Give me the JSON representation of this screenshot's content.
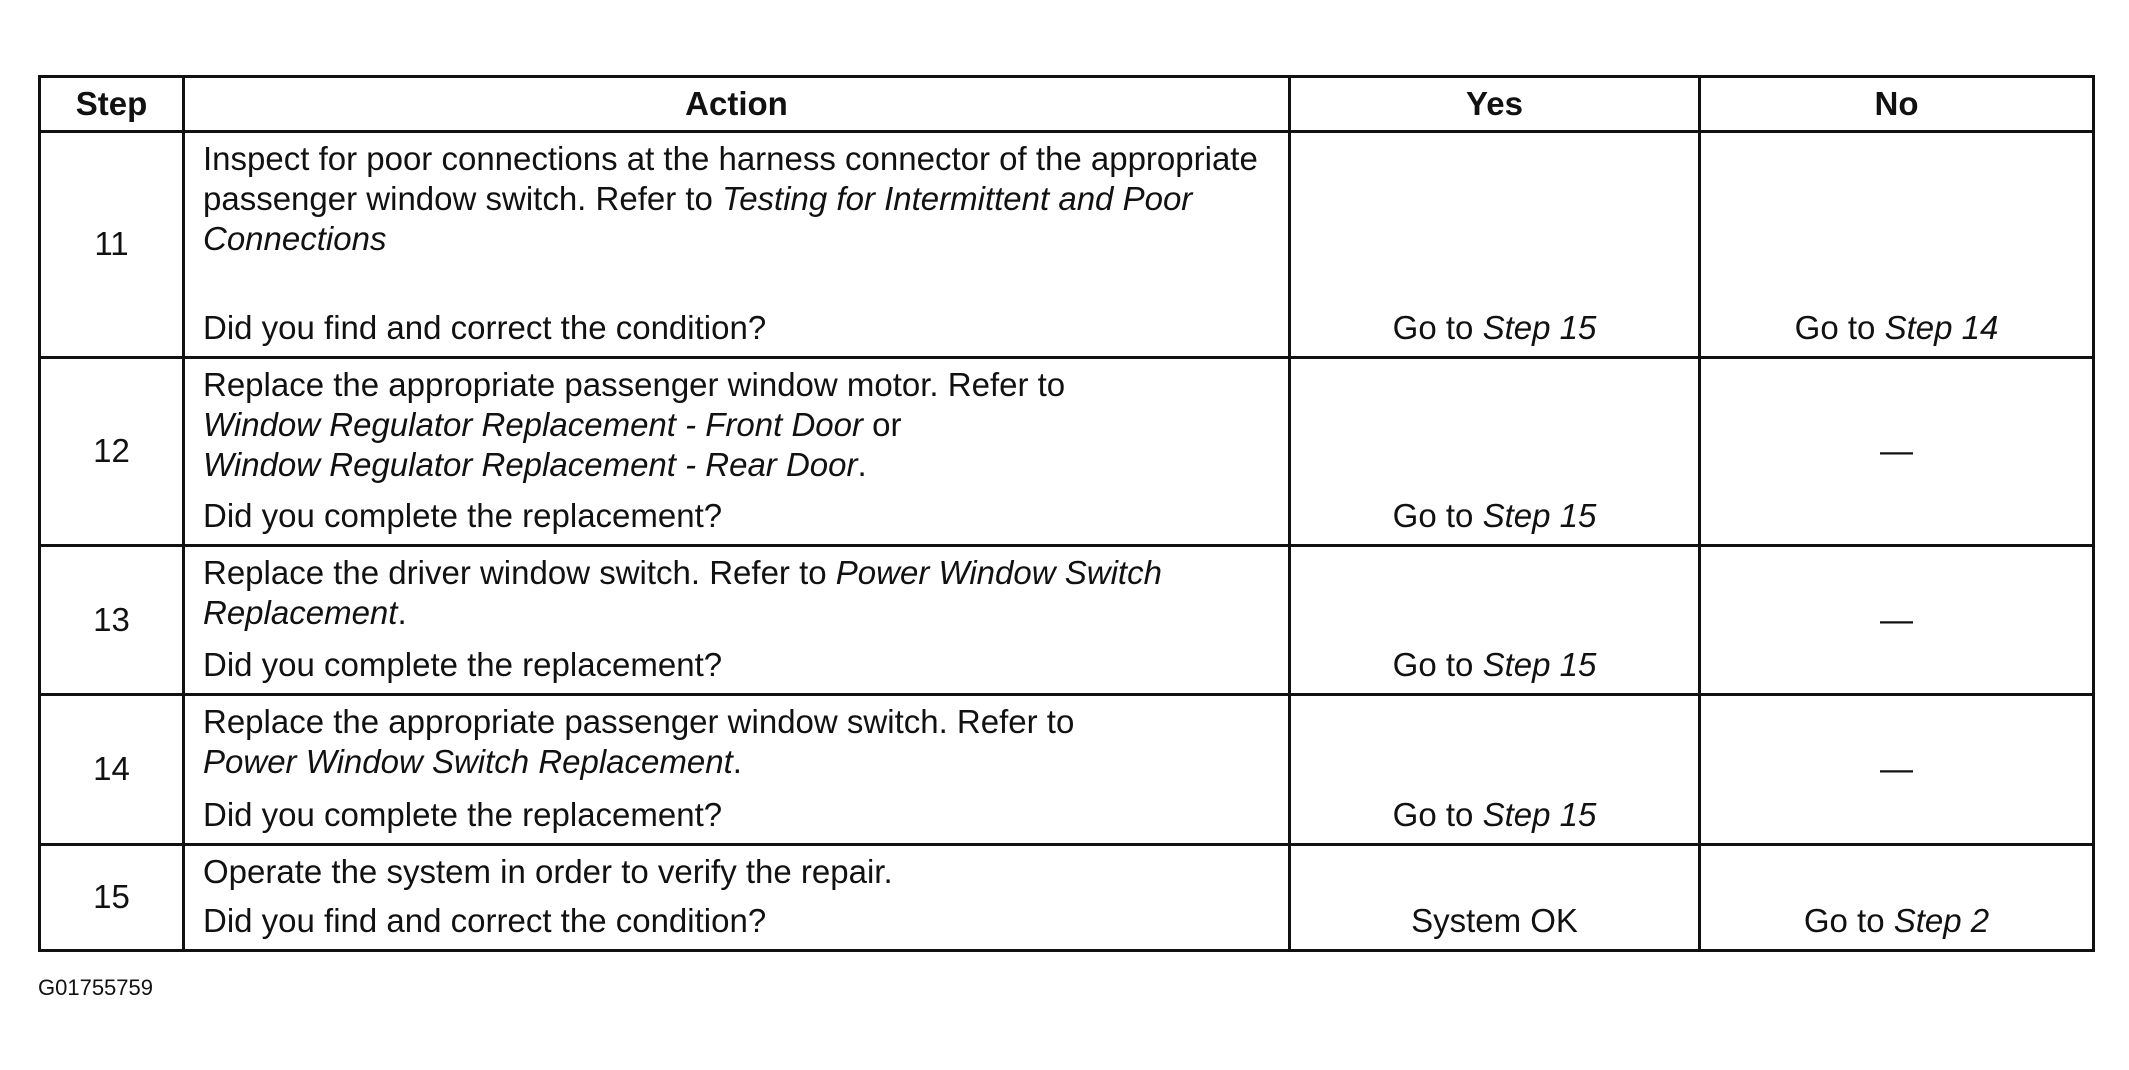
{
  "headers": {
    "step": "Step",
    "action": "Action",
    "yes": "Yes",
    "no": "No"
  },
  "rows": [
    {
      "step": "11",
      "text1": "Inspect for poor connections at the harness connector of the appropriate passenger window switch. Refer to ",
      "ref1": "Testing for Intermittent and Poor Connections",
      "question": "Did you find and correct the condition?",
      "yes_prefix": "Go to ",
      "yes_ref": "Step 15",
      "no_prefix": "Go to ",
      "no_ref": "Step 14"
    },
    {
      "step": "12",
      "text1": "Replace the appropriate passenger window motor. Refer to",
      "ref1": "Window Regulator Replacement - Front Door",
      "text2": " or",
      "ref2": "Window Regulator Replacement - Rear Door",
      "text3": ".",
      "question": "Did you complete the replacement?",
      "yes_prefix": "Go to ",
      "yes_ref": "Step 15",
      "no": "—"
    },
    {
      "step": "13",
      "text1": "Replace the driver window switch. Refer to ",
      "ref1": "Power Window Switch Replacement",
      "text2": ".",
      "question": "Did you complete the replacement?",
      "yes_prefix": "Go to ",
      "yes_ref": "Step 15",
      "no": "—"
    },
    {
      "step": "14",
      "text1": "Replace the appropriate passenger window switch. Refer to",
      "ref1": "Power Window Switch Replacement",
      "text2": ".",
      "question": "Did you complete the replacement?",
      "yes_prefix": "Go to ",
      "yes_ref": "Step 15",
      "no": "—"
    },
    {
      "step": "15",
      "text1": "Operate the system in order to verify the repair.",
      "question": "Did you find and correct the condition?",
      "yes": "System OK",
      "no_prefix": "Go to ",
      "no_ref": "Step 2"
    }
  ],
  "figure_id": "G01755759"
}
